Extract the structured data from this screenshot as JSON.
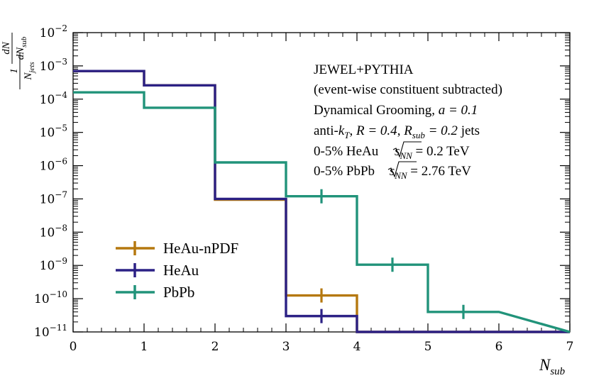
{
  "chart_data": {
    "type": "step-histogram",
    "xlabel": "N",
    "xlabel_sub": "sub",
    "ylabel": {
      "numerator_top": "1",
      "denominator_top": "N",
      "denominator_top_sub": "jets",
      "numerator_bottom": "dN",
      "denominator_bottom": "dN",
      "denominator_bottom_sub": "sub"
    },
    "xlim": [
      0,
      7
    ],
    "ylim": [
      1e-11,
      0.01
    ],
    "yscale": "log",
    "x_ticks": [
      "0",
      "1",
      "2",
      "3",
      "4",
      "5",
      "6",
      "7"
    ],
    "y_ticks": [
      {
        "base": "10",
        "exp": "−2"
      },
      {
        "base": "10",
        "exp": "−3"
      },
      {
        "base": "10",
        "exp": "−4"
      },
      {
        "base": "10",
        "exp": "−5"
      },
      {
        "base": "10",
        "exp": "−6"
      },
      {
        "base": "10",
        "exp": "−7"
      },
      {
        "base": "10",
        "exp": "−8"
      },
      {
        "base": "10",
        "exp": "−9"
      },
      {
        "base": "10",
        "exp": "−10"
      },
      {
        "base": "10",
        "exp": "−11"
      }
    ],
    "bin_edges": [
      0,
      1,
      2,
      3,
      4,
      5,
      6
    ],
    "series": [
      {
        "name": "HeAu-nPDF",
        "color": "#b5780f",
        "values": [
          0.0007,
          0.00026,
          9.5e-08,
          1.25e-10,
          1e-11,
          1e-11
        ],
        "error_bins": [
          3
        ]
      },
      {
        "name": "HeAu",
        "color": "#2c2185",
        "values": [
          0.0007,
          0.00026,
          1e-07,
          3e-11,
          1e-11,
          1e-11
        ],
        "error_bins": [
          3
        ]
      },
      {
        "name": "PbPb",
        "color": "#21937a",
        "values": [
          0.00016,
          5.5e-05,
          1.25e-06,
          1.2e-07,
          1.05e-09,
          4e-11
        ],
        "error_bins": [
          3,
          4,
          5
        ]
      }
    ],
    "legend_position": "bottom-left",
    "grid": false
  },
  "annotations": {
    "line1": "JEWEL+PYTHIA",
    "line2": "(event-wise constituent subtracted)",
    "line3_prefix": "Dynamical Grooming, ",
    "line3_param": "a = 0.1",
    "line4_prefix": "anti-",
    "line4_k": "k",
    "line4_ksub": "T",
    "line4_mid": ", ",
    "line4_r": "R = 0.4",
    "line4_sep": ", ",
    "line4_rsub_base": "R",
    "line4_rsub_sub": "sub",
    "line4_rsub_val": " = 0.2",
    "line4_suffix": " jets",
    "line5_prefix": "0-5% HeAu ",
    "line5_s": "s",
    "line5_sub": "NN",
    "line5_val": " = 0.2 TeV",
    "line6_prefix": "0-5% PbPb ",
    "line6_s": "s",
    "line6_sub": "NN",
    "line6_val": " = 2.76 TeV"
  }
}
